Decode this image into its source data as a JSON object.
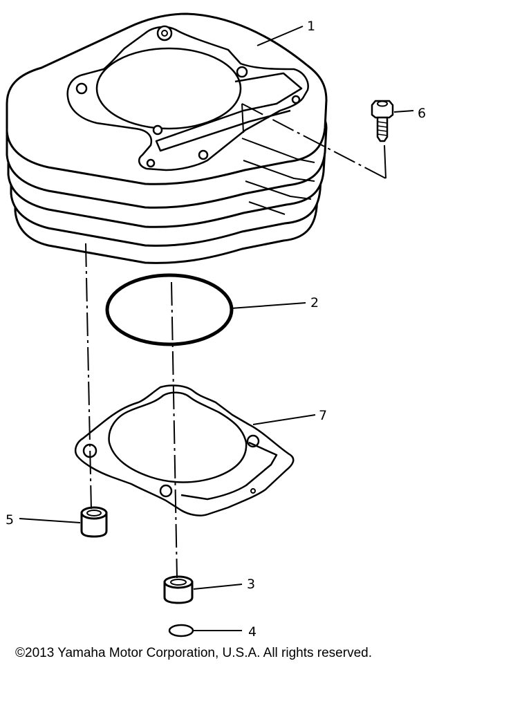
{
  "diagram": {
    "parts": [
      {
        "number": "1",
        "part": "cylinder"
      },
      {
        "number": "2",
        "part": "o-ring"
      },
      {
        "number": "3",
        "part": "dowel-pin"
      },
      {
        "number": "4",
        "part": "o-ring-small"
      },
      {
        "number": "5",
        "part": "dowel-pin"
      },
      {
        "number": "6",
        "part": "bolt"
      },
      {
        "number": "7",
        "part": "cylinder-gasket"
      }
    ]
  },
  "footer": {
    "copyright": "©2013 Yamaha Motor Corporation, U.S.A. All rights reserved."
  }
}
